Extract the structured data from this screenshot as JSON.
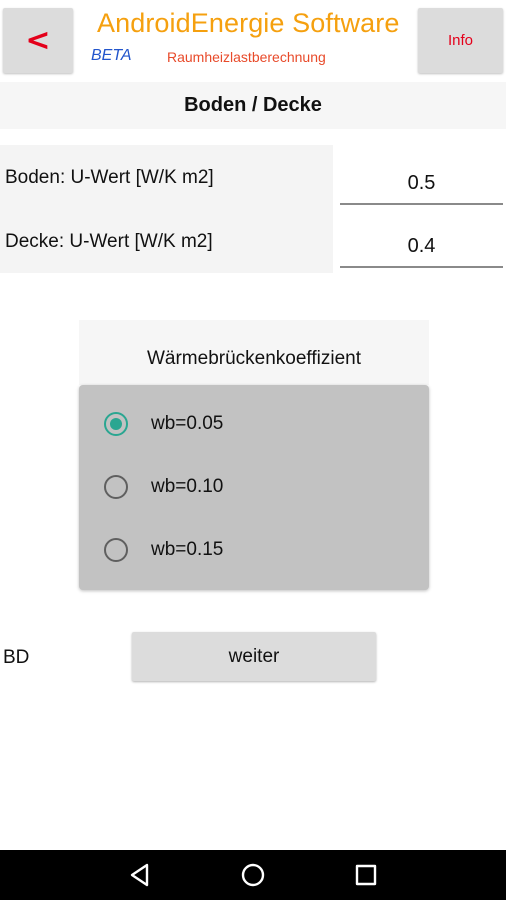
{
  "header": {
    "back_label": "<",
    "app_title": "AndroidEnergie Software",
    "beta_label": "BETA",
    "subtitle": "Raumheizlastberechnung",
    "info_label": "Info"
  },
  "section": {
    "title": "Boden / Decke"
  },
  "fields": {
    "boden_label": "Boden: U-Wert  [W/K m2]",
    "boden_value": "0.5",
    "decke_label": "Decke: U-Wert  [W/K m2]",
    "decke_value": "0.4"
  },
  "radio_group": {
    "title": "Wärmebrückenkoeffizient",
    "options": [
      {
        "label": "wb=0.05",
        "checked": true
      },
      {
        "label": "wb=0.10",
        "checked": false
      },
      {
        "label": "wb=0.15",
        "checked": false
      }
    ]
  },
  "footer": {
    "bd_label": "BD",
    "weiter_label": "weiter"
  },
  "colors": {
    "accent_orange": "#f5a00f",
    "alert_red": "#e4001b",
    "beta_blue": "#2255cc",
    "radio_teal": "#2aa691"
  },
  "navbar": {
    "icons": [
      "back-triangle-icon",
      "home-circle-icon",
      "recents-square-icon"
    ]
  }
}
